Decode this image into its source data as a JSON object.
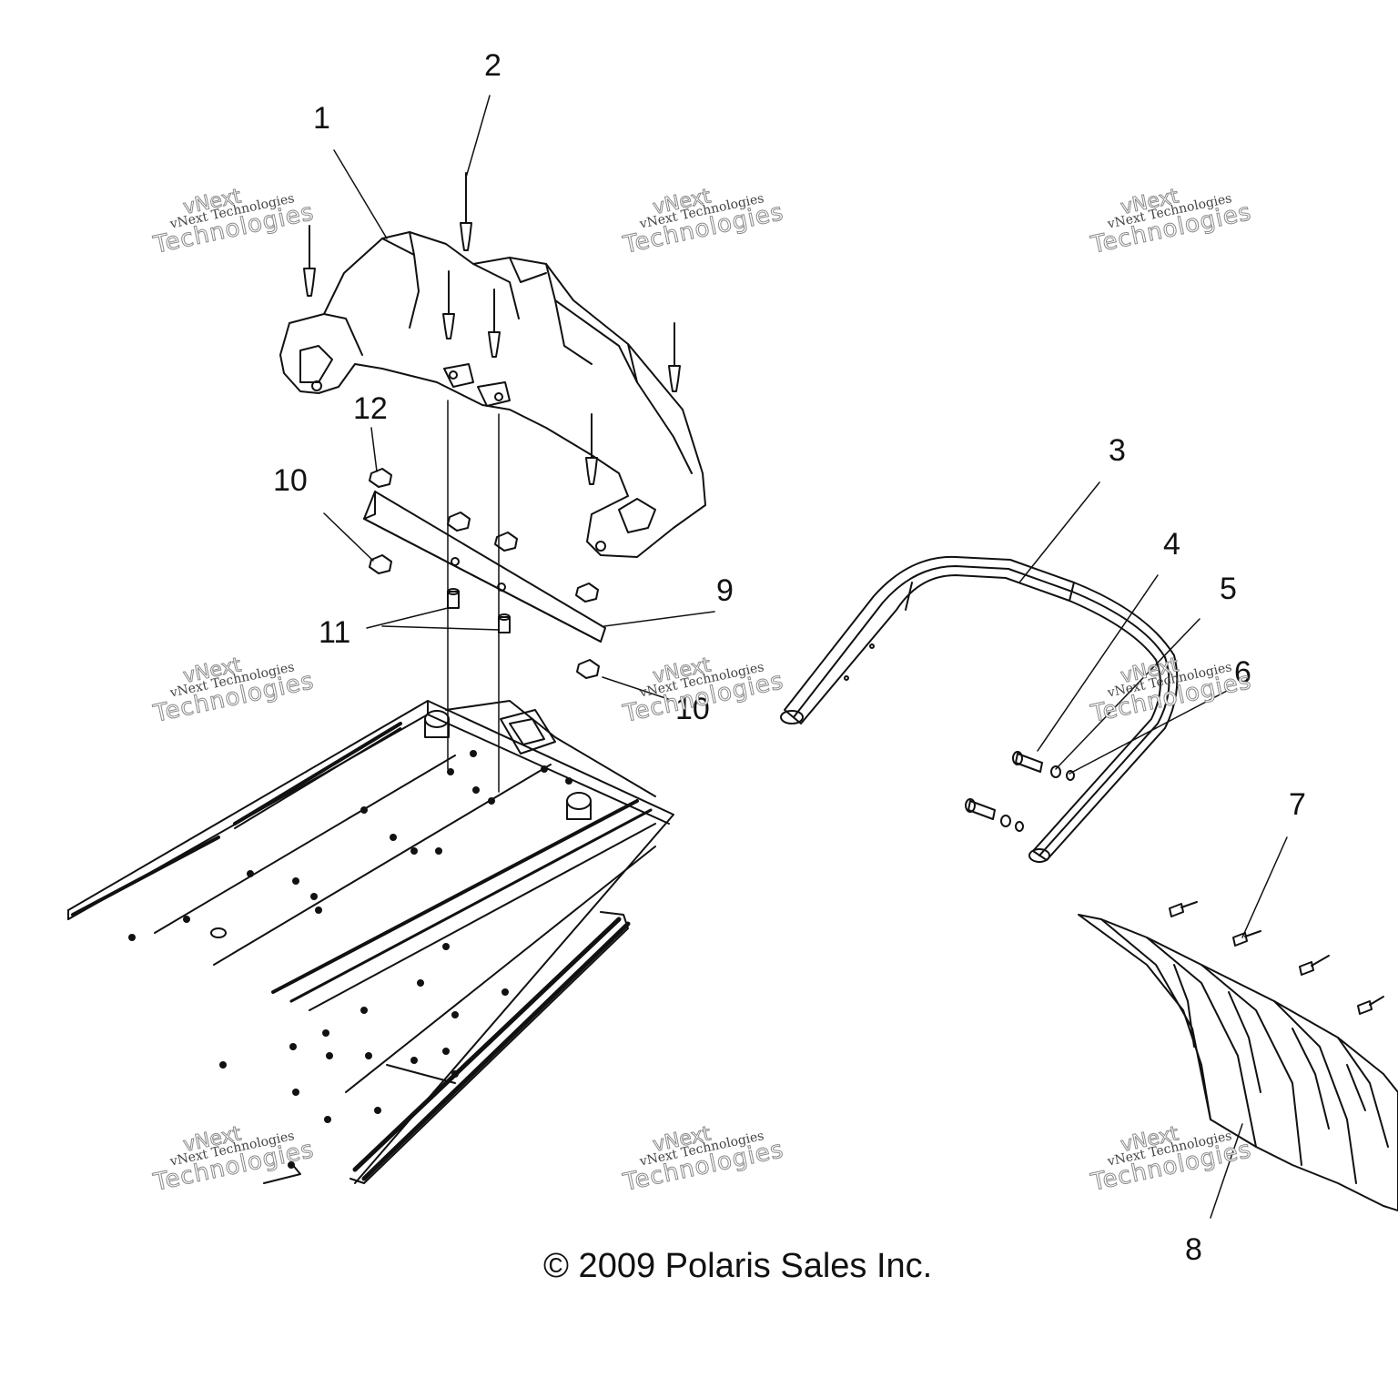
{
  "callouts": [
    {
      "id": "c1",
      "text": "1"
    },
    {
      "id": "c2",
      "text": "2"
    },
    {
      "id": "c3",
      "text": "3"
    },
    {
      "id": "c4",
      "text": "4"
    },
    {
      "id": "c5",
      "text": "5"
    },
    {
      "id": "c6",
      "text": "6"
    },
    {
      "id": "c7",
      "text": "7"
    },
    {
      "id": "c8",
      "text": "8"
    },
    {
      "id": "c9",
      "text": "9"
    },
    {
      "id": "c10a",
      "text": "10"
    },
    {
      "id": "c10b",
      "text": "10"
    },
    {
      "id": "c11",
      "text": "11"
    },
    {
      "id": "c12",
      "text": "12"
    }
  ],
  "watermark": {
    "top": "vNext",
    "line1": "vNext Technologies",
    "line2": "Technologies"
  },
  "copyright": "© 2009 Polaris Sales Inc."
}
